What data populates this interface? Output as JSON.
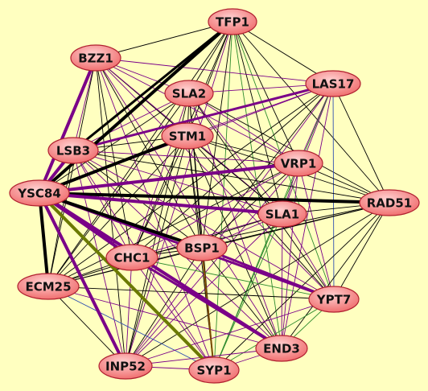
{
  "colors": {
    "background": "#ffffc0",
    "node_fill_center": "#ffd0d0",
    "node_fill_edge": "#f07070",
    "node_stroke": "#b02030",
    "edge_black": "#000000",
    "edge_purple": "#7a0088",
    "edge_green": "#2e8b2e",
    "edge_olive": "#6b7a00",
    "edge_blue": "#3050b0",
    "edge_brown": "#7a4a00"
  },
  "nodes": [
    {
      "id": "TFP1",
      "label": "TFP1"
    },
    {
      "id": "BZZ1",
      "label": "BZZ1"
    },
    {
      "id": "SLA2",
      "label": "SLA2"
    },
    {
      "id": "LAS17",
      "label": "LAS17"
    },
    {
      "id": "STM1",
      "label": "STM1"
    },
    {
      "id": "LSB3",
      "label": "LSB3"
    },
    {
      "id": "VRP1",
      "label": "VRP1"
    },
    {
      "id": "YSC84",
      "label": "YSC84"
    },
    {
      "id": "RAD51",
      "label": "RAD51"
    },
    {
      "id": "SLA1",
      "label": "SLA1"
    },
    {
      "id": "BSP1",
      "label": "BSP1"
    },
    {
      "id": "CHC1",
      "label": "CHC1"
    },
    {
      "id": "ECM25",
      "label": "ECM25"
    },
    {
      "id": "YPT7",
      "label": "YPT7"
    },
    {
      "id": "END3",
      "label": "END3"
    },
    {
      "id": "INP52",
      "label": "INP52"
    },
    {
      "id": "SYP1",
      "label": "SYP1"
    }
  ],
  "edges": [
    {
      "s": "YSC84",
      "t": "TFP1",
      "c": "black",
      "w": 4
    },
    {
      "s": "YSC84",
      "t": "STM1",
      "c": "black",
      "w": 4
    },
    {
      "s": "YSC84",
      "t": "RAD51",
      "c": "black",
      "w": 4
    },
    {
      "s": "YSC84",
      "t": "BSP1",
      "c": "black",
      "w": 4
    },
    {
      "s": "YSC84",
      "t": "ECM25",
      "c": "black",
      "w": 4
    },
    {
      "s": "LSB3",
      "t": "TFP1",
      "c": "black",
      "w": 3
    },
    {
      "s": "YSC84",
      "t": "BZZ1",
      "c": "purple",
      "w": 4
    },
    {
      "s": "YSC84",
      "t": "LSB3",
      "c": "purple",
      "w": 4
    },
    {
      "s": "YSC84",
      "t": "VRP1",
      "c": "purple",
      "w": 4
    },
    {
      "s": "YSC84",
      "t": "SLA1",
      "c": "purple",
      "w": 4
    },
    {
      "s": "YSC84",
      "t": "CHC1",
      "c": "purple",
      "w": 4
    },
    {
      "s": "YSC84",
      "t": "END3",
      "c": "purple",
      "w": 4
    },
    {
      "s": "YSC84",
      "t": "INP52",
      "c": "purple",
      "w": 4
    },
    {
      "s": "LSB3",
      "t": "LAS17",
      "c": "purple",
      "w": 3
    },
    {
      "s": "YSC84",
      "t": "YPT7",
      "c": "purple",
      "w": 3
    },
    {
      "s": "YSC84",
      "t": "SYP1",
      "c": "olive",
      "w": 4
    },
    {
      "s": "TFP1",
      "t": "BZZ1",
      "c": "black",
      "w": 1
    },
    {
      "s": "TFP1",
      "t": "SLA2",
      "c": "black",
      "w": 1
    },
    {
      "s": "TFP1",
      "t": "LAS17",
      "c": "black",
      "w": 1
    },
    {
      "s": "TFP1",
      "t": "STM1",
      "c": "black",
      "w": 1
    },
    {
      "s": "TFP1",
      "t": "VRP1",
      "c": "black",
      "w": 1
    },
    {
      "s": "TFP1",
      "t": "RAD51",
      "c": "black",
      "w": 1
    },
    {
      "s": "TFP1",
      "t": "SLA1",
      "c": "black",
      "w": 1
    },
    {
      "s": "TFP1",
      "t": "BSP1",
      "c": "black",
      "w": 1
    },
    {
      "s": "TFP1",
      "t": "CHC1",
      "c": "black",
      "w": 1
    },
    {
      "s": "TFP1",
      "t": "ECM25",
      "c": "black",
      "w": 1
    },
    {
      "s": "TFP1",
      "t": "YPT7",
      "c": "green",
      "w": 1
    },
    {
      "s": "TFP1",
      "t": "END3",
      "c": "green",
      "w": 1
    },
    {
      "s": "TFP1",
      "t": "INP52",
      "c": "purple",
      "w": 1
    },
    {
      "s": "TFP1",
      "t": "SYP1",
      "c": "green",
      "w": 1
    },
    {
      "s": "BZZ1",
      "t": "SLA2",
      "c": "purple",
      "w": 1
    },
    {
      "s": "BZZ1",
      "t": "LAS17",
      "c": "purple",
      "w": 1
    },
    {
      "s": "BZZ1",
      "t": "STM1",
      "c": "black",
      "w": 1
    },
    {
      "s": "BZZ1",
      "t": "LSB3",
      "c": "purple",
      "w": 1
    },
    {
      "s": "BZZ1",
      "t": "VRP1",
      "c": "purple",
      "w": 1
    },
    {
      "s": "BZZ1",
      "t": "SLA1",
      "c": "purple",
      "w": 1
    },
    {
      "s": "BZZ1",
      "t": "BSP1",
      "c": "black",
      "w": 1
    },
    {
      "s": "BZZ1",
      "t": "CHC1",
      "c": "black",
      "w": 1
    },
    {
      "s": "BZZ1",
      "t": "ECM25",
      "c": "black",
      "w": 1
    },
    {
      "s": "BZZ1",
      "t": "YPT7",
      "c": "purple",
      "w": 1
    },
    {
      "s": "BZZ1",
      "t": "END3",
      "c": "purple",
      "w": 1
    },
    {
      "s": "BZZ1",
      "t": "INP52",
      "c": "black",
      "w": 1
    },
    {
      "s": "BZZ1",
      "t": "SYP1",
      "c": "purple",
      "w": 1
    },
    {
      "s": "SLA2",
      "t": "LAS17",
      "c": "purple",
      "w": 1
    },
    {
      "s": "SLA2",
      "t": "STM1",
      "c": "black",
      "w": 1
    },
    {
      "s": "SLA2",
      "t": "LSB3",
      "c": "purple",
      "w": 1
    },
    {
      "s": "SLA2",
      "t": "VRP1",
      "c": "purple",
      "w": 1
    },
    {
      "s": "SLA2",
      "t": "YSC84",
      "c": "black",
      "w": 1
    },
    {
      "s": "SLA2",
      "t": "RAD51",
      "c": "black",
      "w": 1
    },
    {
      "s": "SLA2",
      "t": "SLA1",
      "c": "purple",
      "w": 1
    },
    {
      "s": "SLA2",
      "t": "BSP1",
      "c": "black",
      "w": 1
    },
    {
      "s": "SLA2",
      "t": "CHC1",
      "c": "purple",
      "w": 1
    },
    {
      "s": "SLA2",
      "t": "ECM25",
      "c": "black",
      "w": 1
    },
    {
      "s": "SLA2",
      "t": "YPT7",
      "c": "black",
      "w": 1
    },
    {
      "s": "SLA2",
      "t": "END3",
      "c": "purple",
      "w": 1
    },
    {
      "s": "SLA2",
      "t": "INP52",
      "c": "black",
      "w": 1
    },
    {
      "s": "SLA2",
      "t": "SYP1",
      "c": "black",
      "w": 1
    },
    {
      "s": "LAS17",
      "t": "STM1",
      "c": "purple",
      "w": 1
    },
    {
      "s": "LAS17",
      "t": "VRP1",
      "c": "purple",
      "w": 1
    },
    {
      "s": "LAS17",
      "t": "YSC84",
      "c": "purple",
      "w": 1
    },
    {
      "s": "LAS17",
      "t": "RAD51",
      "c": "black",
      "w": 1
    },
    {
      "s": "LAS17",
      "t": "SLA1",
      "c": "purple",
      "w": 1
    },
    {
      "s": "LAS17",
      "t": "BSP1",
      "c": "black",
      "w": 1
    },
    {
      "s": "LAS17",
      "t": "CHC1",
      "c": "black",
      "w": 1
    },
    {
      "s": "LAS17",
      "t": "ECM25",
      "c": "black",
      "w": 1
    },
    {
      "s": "LAS17",
      "t": "YPT7",
      "c": "blue",
      "w": 1
    },
    {
      "s": "LAS17",
      "t": "END3",
      "c": "purple",
      "w": 1
    },
    {
      "s": "LAS17",
      "t": "INP52",
      "c": "purple",
      "w": 1
    },
    {
      "s": "LAS17",
      "t": "SYP1",
      "c": "green",
      "w": 1
    },
    {
      "s": "STM1",
      "t": "LSB3",
      "c": "black",
      "w": 1
    },
    {
      "s": "STM1",
      "t": "VRP1",
      "c": "black",
      "w": 1
    },
    {
      "s": "STM1",
      "t": "RAD51",
      "c": "black",
      "w": 1
    },
    {
      "s": "STM1",
      "t": "SLA1",
      "c": "black",
      "w": 1
    },
    {
      "s": "STM1",
      "t": "BSP1",
      "c": "black",
      "w": 1
    },
    {
      "s": "STM1",
      "t": "CHC1",
      "c": "black",
      "w": 1
    },
    {
      "s": "STM1",
      "t": "ECM25",
      "c": "black",
      "w": 1
    },
    {
      "s": "STM1",
      "t": "YPT7",
      "c": "black",
      "w": 1
    },
    {
      "s": "STM1",
      "t": "END3",
      "c": "black",
      "w": 1
    },
    {
      "s": "STM1",
      "t": "INP52",
      "c": "black",
      "w": 1
    },
    {
      "s": "STM1",
      "t": "SYP1",
      "c": "black",
      "w": 1
    },
    {
      "s": "LSB3",
      "t": "VRP1",
      "c": "purple",
      "w": 1
    },
    {
      "s": "LSB3",
      "t": "RAD51",
      "c": "black",
      "w": 1
    },
    {
      "s": "LSB3",
      "t": "SLA1",
      "c": "purple",
      "w": 1
    },
    {
      "s": "LSB3",
      "t": "BSP1",
      "c": "black",
      "w": 1
    },
    {
      "s": "LSB3",
      "t": "CHC1",
      "c": "purple",
      "w": 1
    },
    {
      "s": "LSB3",
      "t": "ECM25",
      "c": "black",
      "w": 1
    },
    {
      "s": "LSB3",
      "t": "YPT7",
      "c": "purple",
      "w": 1
    },
    {
      "s": "LSB3",
      "t": "END3",
      "c": "purple",
      "w": 1
    },
    {
      "s": "LSB3",
      "t": "INP52",
      "c": "purple",
      "w": 1
    },
    {
      "s": "LSB3",
      "t": "SYP1",
      "c": "purple",
      "w": 1
    },
    {
      "s": "VRP1",
      "t": "RAD51",
      "c": "black",
      "w": 1
    },
    {
      "s": "VRP1",
      "t": "SLA1",
      "c": "purple",
      "w": 1
    },
    {
      "s": "VRP1",
      "t": "BSP1",
      "c": "black",
      "w": 1
    },
    {
      "s": "VRP1",
      "t": "CHC1",
      "c": "purple",
      "w": 1
    },
    {
      "s": "VRP1",
      "t": "ECM25",
      "c": "black",
      "w": 1
    },
    {
      "s": "VRP1",
      "t": "YPT7",
      "c": "purple",
      "w": 1
    },
    {
      "s": "VRP1",
      "t": "END3",
      "c": "purple",
      "w": 1
    },
    {
      "s": "VRP1",
      "t": "INP52",
      "c": "purple",
      "w": 1
    },
    {
      "s": "VRP1",
      "t": "SYP1",
      "c": "green",
      "w": 1
    },
    {
      "s": "RAD51",
      "t": "SLA1",
      "c": "black",
      "w": 1
    },
    {
      "s": "RAD51",
      "t": "BSP1",
      "c": "black",
      "w": 1
    },
    {
      "s": "RAD51",
      "t": "CHC1",
      "c": "black",
      "w": 1
    },
    {
      "s": "RAD51",
      "t": "ECM25",
      "c": "black",
      "w": 1
    },
    {
      "s": "RAD51",
      "t": "YPT7",
      "c": "black",
      "w": 1
    },
    {
      "s": "RAD51",
      "t": "END3",
      "c": "black",
      "w": 1
    },
    {
      "s": "RAD51",
      "t": "INP52",
      "c": "black",
      "w": 1
    },
    {
      "s": "RAD51",
      "t": "SYP1",
      "c": "black",
      "w": 1
    },
    {
      "s": "SLA1",
      "t": "BSP1",
      "c": "purple",
      "w": 1
    },
    {
      "s": "SLA1",
      "t": "CHC1",
      "c": "purple",
      "w": 1
    },
    {
      "s": "SLA1",
      "t": "ECM25",
      "c": "black",
      "w": 1
    },
    {
      "s": "SLA1",
      "t": "YPT7",
      "c": "purple",
      "w": 1
    },
    {
      "s": "SLA1",
      "t": "END3",
      "c": "purple",
      "w": 1
    },
    {
      "s": "SLA1",
      "t": "INP52",
      "c": "purple",
      "w": 1
    },
    {
      "s": "SLA1",
      "t": "SYP1",
      "c": "green",
      "w": 1
    },
    {
      "s": "BSP1",
      "t": "CHC1",
      "c": "black",
      "w": 1
    },
    {
      "s": "BSP1",
      "t": "ECM25",
      "c": "black",
      "w": 1
    },
    {
      "s": "BSP1",
      "t": "YPT7",
      "c": "purple",
      "w": 3
    },
    {
      "s": "BSP1",
      "t": "END3",
      "c": "black",
      "w": 1
    },
    {
      "s": "BSP1",
      "t": "INP52",
      "c": "black",
      "w": 1
    },
    {
      "s": "BSP1",
      "t": "SYP1",
      "c": "brown",
      "w": 2
    },
    {
      "s": "CHC1",
      "t": "ECM25",
      "c": "black",
      "w": 1
    },
    {
      "s": "CHC1",
      "t": "YPT7",
      "c": "green",
      "w": 1
    },
    {
      "s": "CHC1",
      "t": "END3",
      "c": "purple",
      "w": 3
    },
    {
      "s": "CHC1",
      "t": "INP52",
      "c": "purple",
      "w": 1
    },
    {
      "s": "CHC1",
      "t": "SYP1",
      "c": "purple",
      "w": 1
    },
    {
      "s": "ECM25",
      "t": "YPT7",
      "c": "black",
      "w": 1
    },
    {
      "s": "ECM25",
      "t": "END3",
      "c": "purple",
      "w": 1
    },
    {
      "s": "ECM25",
      "t": "INP52",
      "c": "black",
      "w": 1
    },
    {
      "s": "ECM25",
      "t": "SYP1",
      "c": "blue",
      "w": 1
    },
    {
      "s": "YPT7",
      "t": "END3",
      "c": "green",
      "w": 1
    },
    {
      "s": "YPT7",
      "t": "INP52",
      "c": "purple",
      "w": 1
    },
    {
      "s": "YPT7",
      "t": "SYP1",
      "c": "green",
      "w": 1
    },
    {
      "s": "END3",
      "t": "INP52",
      "c": "purple",
      "w": 1
    },
    {
      "s": "END3",
      "t": "SYP1",
      "c": "purple",
      "w": 1
    },
    {
      "s": "INP52",
      "t": "SYP1",
      "c": "purple",
      "w": 1
    }
  ]
}
